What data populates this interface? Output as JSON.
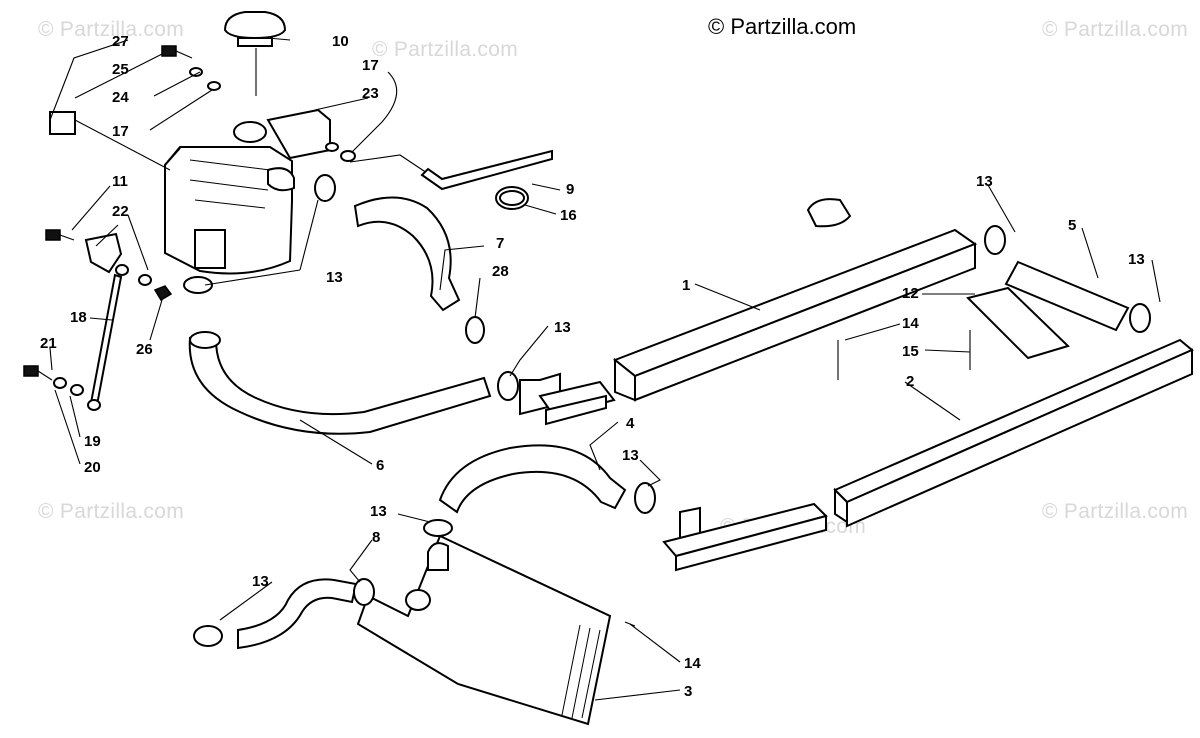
{
  "copyright": "© Partzilla.com",
  "watermark": "© Partzilla.com",
  "callouts": [
    {
      "id": "c27",
      "text": "27"
    },
    {
      "id": "c25",
      "text": "25"
    },
    {
      "id": "c24",
      "text": "24"
    },
    {
      "id": "c17a",
      "text": "17"
    },
    {
      "id": "c10",
      "text": "10"
    },
    {
      "id": "c17b",
      "text": "17"
    },
    {
      "id": "c23",
      "text": "23"
    },
    {
      "id": "c9",
      "text": "9"
    },
    {
      "id": "c16",
      "text": "16"
    },
    {
      "id": "c11",
      "text": "11"
    },
    {
      "id": "c22",
      "text": "22"
    },
    {
      "id": "c13a",
      "text": "13"
    },
    {
      "id": "c7",
      "text": "7"
    },
    {
      "id": "c28",
      "text": "28"
    },
    {
      "id": "c18",
      "text": "18"
    },
    {
      "id": "c26",
      "text": "26"
    },
    {
      "id": "c21",
      "text": "21"
    },
    {
      "id": "c19",
      "text": "19"
    },
    {
      "id": "c20",
      "text": "20"
    },
    {
      "id": "c6",
      "text": "6"
    },
    {
      "id": "c13b",
      "text": "13"
    },
    {
      "id": "c4",
      "text": "4"
    },
    {
      "id": "c13c",
      "text": "13"
    },
    {
      "id": "c13d",
      "text": "13"
    },
    {
      "id": "c8",
      "text": "8"
    },
    {
      "id": "c13e",
      "text": "13"
    },
    {
      "id": "c14a",
      "text": "14"
    },
    {
      "id": "c3",
      "text": "3"
    },
    {
      "id": "c1",
      "text": "1"
    },
    {
      "id": "c13f",
      "text": "13"
    },
    {
      "id": "c5",
      "text": "5"
    },
    {
      "id": "c13g",
      "text": "13"
    },
    {
      "id": "c12",
      "text": "12"
    },
    {
      "id": "c14b",
      "text": "14"
    },
    {
      "id": "c15",
      "text": "15"
    },
    {
      "id": "c2",
      "text": "2"
    }
  ]
}
